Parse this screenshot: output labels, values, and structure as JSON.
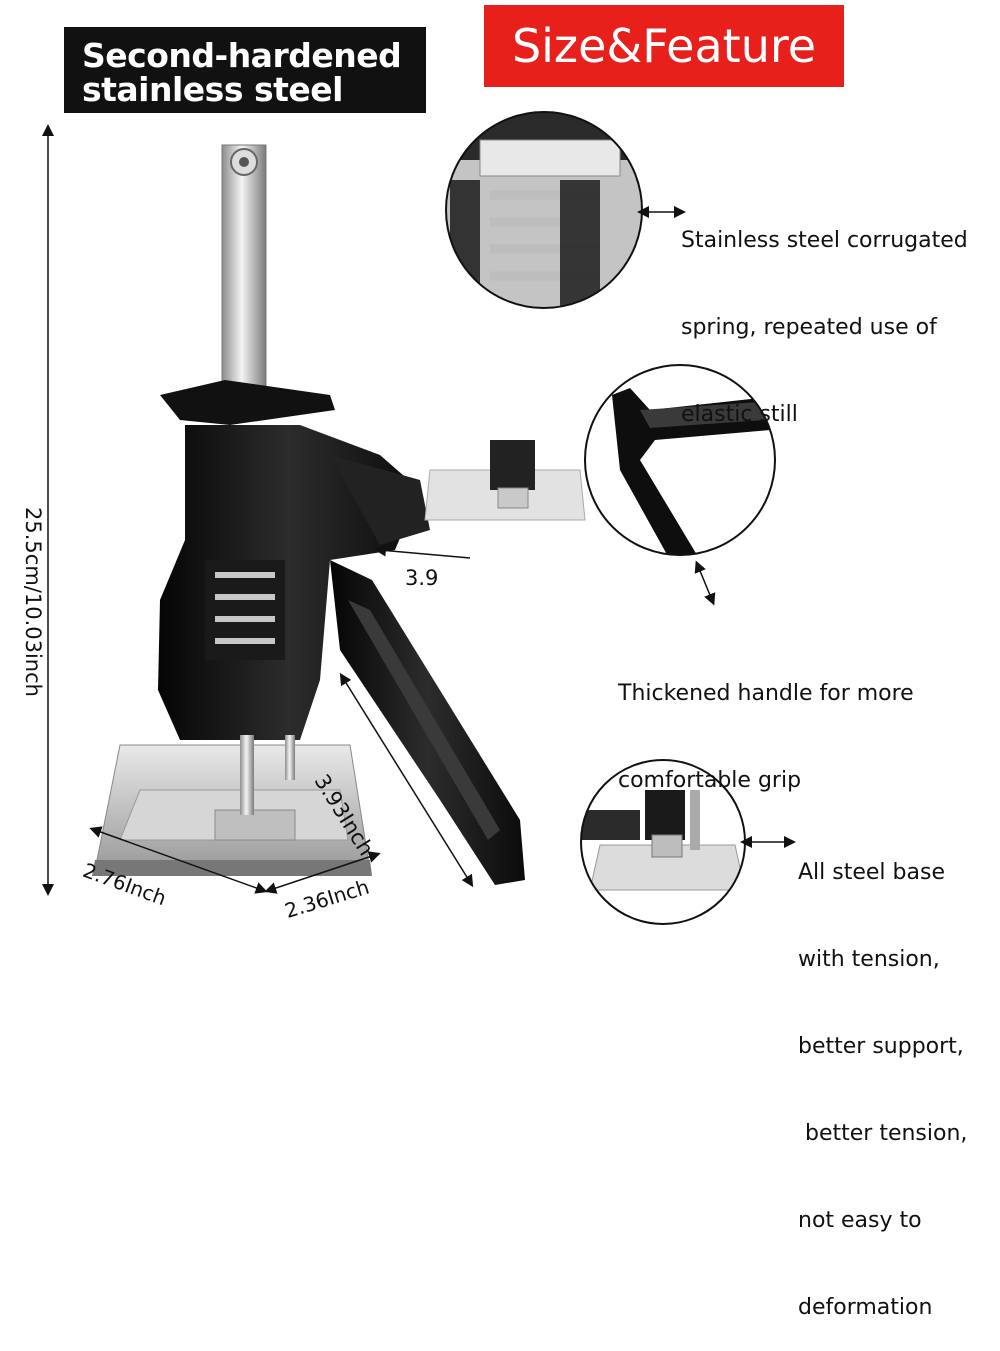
{
  "badges": {
    "material_line1": "Second-hardened",
    "material_line2": "stainless steel",
    "section_title": "Size&Feature"
  },
  "features": [
    {
      "lines": [
        "Stainless steel corrugated",
        "spring, repeated use of",
        "elastic still"
      ]
    },
    {
      "lines": [
        "Thickened handle for more",
        "comfortable grip"
      ]
    },
    {
      "lines": [
        "All steel base",
        "with tension,",
        "better support,",
        " better tension,",
        "not easy to",
        "deformation"
      ]
    }
  ],
  "dimensions": {
    "height": "25.5cm/10.03inch",
    "handle": "3.93Inch",
    "handle_partial": "3.9",
    "base_length": "2.76Inch",
    "base_width": "2.36Inch"
  },
  "colors": {
    "badge_dark": "#111111",
    "badge_red": "#e8201c",
    "tool_body": "#1a1a1a",
    "steel": "#c9c9c9"
  }
}
